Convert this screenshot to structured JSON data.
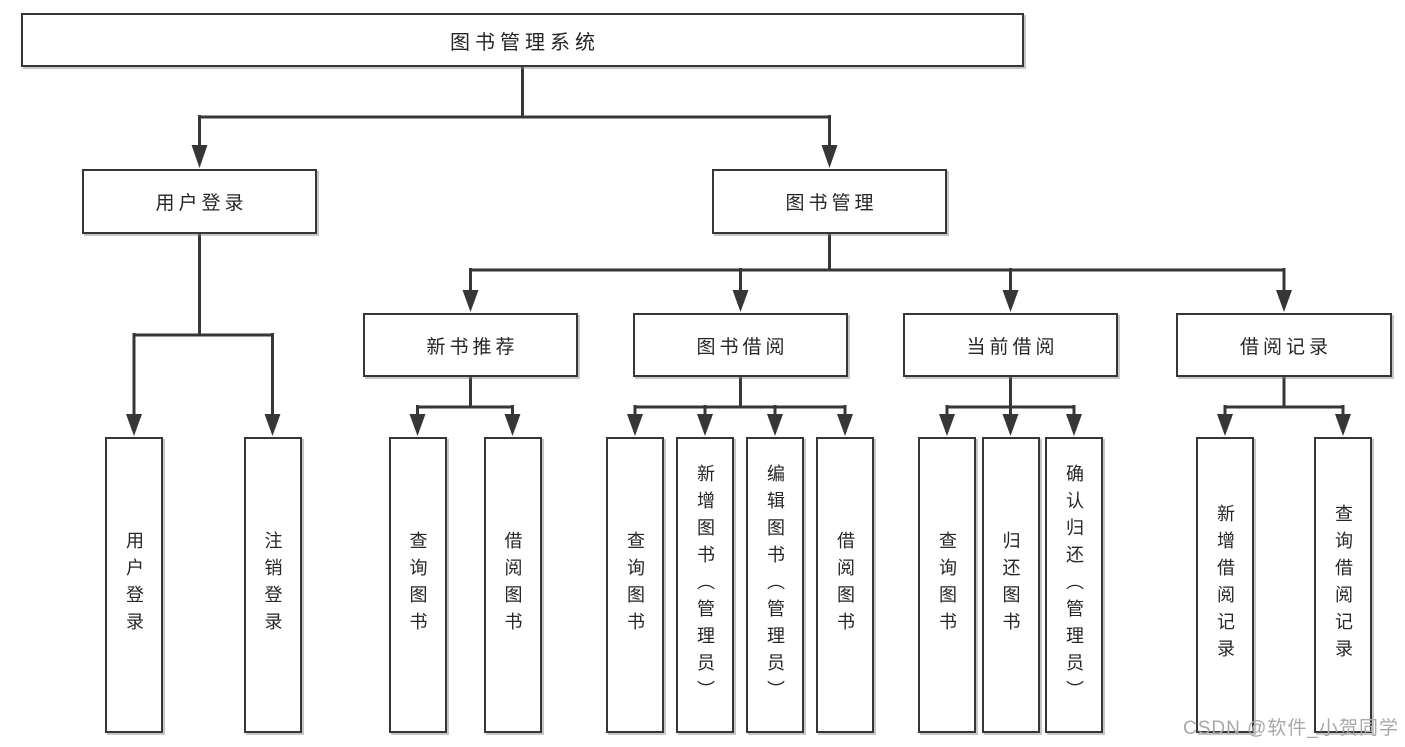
{
  "diagram": {
    "title": "图书管理系统",
    "branches": [
      {
        "label": "用户登录",
        "children": [
          {
            "label": "用户登录"
          },
          {
            "label": "注销登录"
          }
        ]
      },
      {
        "label": "图书管理",
        "children": [
          {
            "label": "新书推荐",
            "children": [
              {
                "label": "查询图书"
              },
              {
                "label": "借阅图书"
              }
            ]
          },
          {
            "label": "图书借阅",
            "children": [
              {
                "label": "查询图书"
              },
              {
                "label": "新增图书（管理员）"
              },
              {
                "label": "编辑图书（管理员）"
              },
              {
                "label": "借阅图书"
              }
            ]
          },
          {
            "label": "当前借阅",
            "children": [
              {
                "label": "查询图书"
              },
              {
                "label": "归还图书"
              },
              {
                "label": "确认归还（管理员）"
              }
            ]
          },
          {
            "label": "借阅记录",
            "children": [
              {
                "label": "新增借阅记录"
              },
              {
                "label": "查询借阅记录"
              }
            ]
          }
        ]
      }
    ]
  },
  "watermark": "CSDN @软件_小贺同学",
  "colors": {
    "line": "#363636",
    "box_border": "#363636",
    "box_fill": "#ffffff",
    "text": "#262626",
    "watermark": "#a8a8a8"
  }
}
